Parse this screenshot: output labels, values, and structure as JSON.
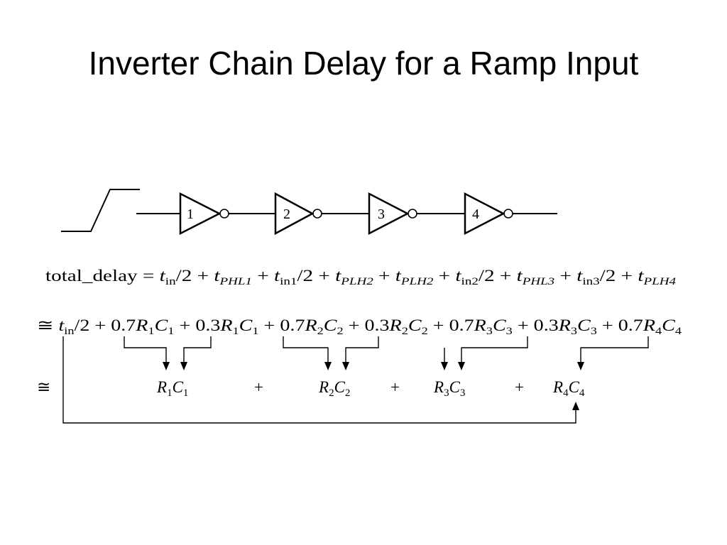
{
  "slide": {
    "title": "Inverter Chain Delay for a Ramp Input"
  },
  "diagram": {
    "input_waveform": "ramp",
    "inverters": [
      {
        "label": "1"
      },
      {
        "label": "2"
      },
      {
        "label": "3"
      },
      {
        "label": "4"
      }
    ],
    "equations": {
      "line1": {
        "lhs": "total_delay",
        "rhs": [
          {
            "t": "t",
            "s": "in",
            "rest": "/2"
          },
          {
            "t": "t",
            "s": "PHL1"
          },
          {
            "t": "t",
            "s": "in1",
            "rest": "/2"
          },
          {
            "t": "t",
            "s": "PLH2"
          },
          {
            "t": "t",
            "s": "PLH2"
          },
          {
            "t": "t",
            "s": "in2",
            "rest": "/2"
          },
          {
            "t": "t",
            "s": "PHL3"
          },
          {
            "t": "t",
            "s": "in3",
            "rest": "/2"
          },
          {
            "t": "t",
            "s": "PLH4"
          }
        ]
      },
      "line2": {
        "lead": "t",
        "lead_sub": "in",
        "lead_rest": "/2",
        "terms": [
          {
            "coef": "0.7",
            "idx": "1"
          },
          {
            "coef": "0.3",
            "idx": "1"
          },
          {
            "coef": "0.7",
            "idx": "2"
          },
          {
            "coef": "0.3",
            "idx": "2"
          },
          {
            "coef": "0.7",
            "idx": "3"
          },
          {
            "coef": "0.3",
            "idx": "3"
          },
          {
            "coef": "0.7",
            "idx": "4"
          }
        ]
      },
      "line3": {
        "terms": [
          {
            "idx": "1"
          },
          {
            "idx": "2"
          },
          {
            "idx": "3"
          },
          {
            "idx": "4"
          }
        ]
      },
      "symbols": {
        "approx": "≅",
        "equals": "=",
        "plus": "+",
        "R": "R",
        "C": "C"
      }
    }
  }
}
